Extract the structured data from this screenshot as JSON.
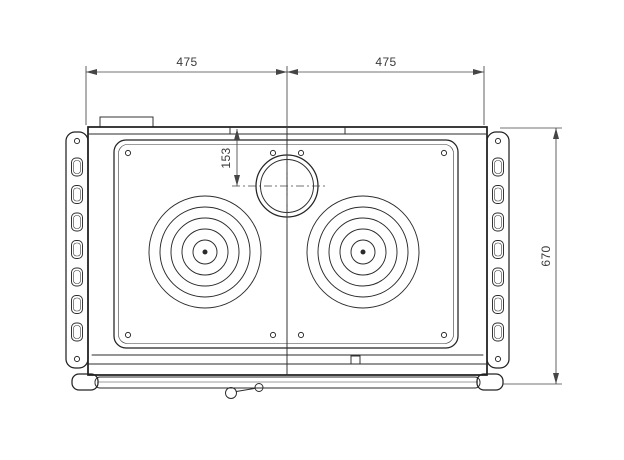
{
  "diagram": {
    "ink_color": "#1a1a1a",
    "dimension_color": "#454545",
    "dimensions": {
      "width_left": "475",
      "width_right": "475",
      "flue_center_offset": "153",
      "overall_depth": "670"
    }
  }
}
